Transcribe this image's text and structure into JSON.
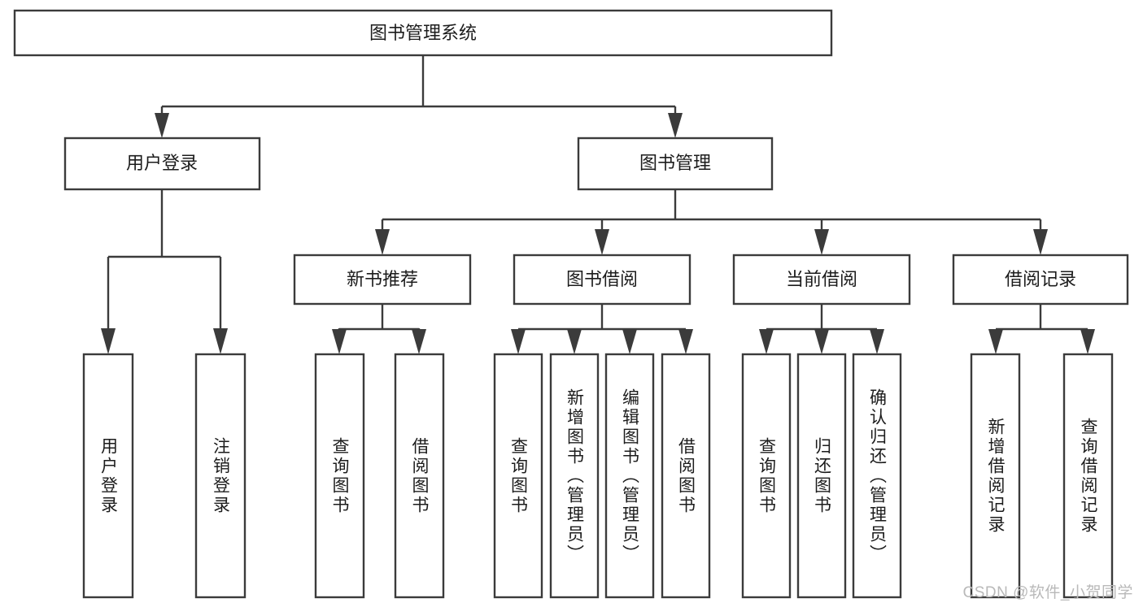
{
  "diagram": {
    "type": "tree-hierarchy",
    "orientation": "top-down",
    "root": {
      "id": "root",
      "label": "图书管理系统"
    },
    "tier1": [
      {
        "id": "user-login",
        "label": "用户登录"
      },
      {
        "id": "book-manage",
        "label": "图书管理"
      }
    ],
    "tier2": [
      {
        "id": "new-book-rec",
        "label": "新书推荐",
        "parent": "book-manage"
      },
      {
        "id": "book-borrow",
        "label": "图书借阅",
        "parent": "book-manage"
      },
      {
        "id": "current-borrow",
        "label": "当前借阅",
        "parent": "book-manage"
      },
      {
        "id": "borrow-record",
        "label": "借阅记录",
        "parent": "book-manage"
      }
    ],
    "leaves": [
      {
        "id": "leaf-user-login",
        "label": "用户登录",
        "parent": "user-login"
      },
      {
        "id": "leaf-user-logout",
        "label": "注销登录",
        "parent": "user-login"
      },
      {
        "id": "leaf-rec-query",
        "label": "查询图书",
        "parent": "new-book-rec"
      },
      {
        "id": "leaf-rec-borrow",
        "label": "借阅图书",
        "parent": "new-book-rec"
      },
      {
        "id": "leaf-borrow-query",
        "label": "查询图书",
        "parent": "book-borrow"
      },
      {
        "id": "leaf-borrow-add",
        "label": "新增图书（管理员）",
        "parent": "book-borrow"
      },
      {
        "id": "leaf-borrow-edit",
        "label": "编辑图书（管理员）",
        "parent": "book-borrow"
      },
      {
        "id": "leaf-borrow-lend",
        "label": "借阅图书",
        "parent": "book-borrow"
      },
      {
        "id": "leaf-cur-query",
        "label": "查询图书",
        "parent": "current-borrow"
      },
      {
        "id": "leaf-cur-return",
        "label": "归还图书",
        "parent": "current-borrow"
      },
      {
        "id": "leaf-cur-confirm",
        "label": "确认归还（管理员）",
        "parent": "current-borrow"
      },
      {
        "id": "leaf-rec-add",
        "label": "新增借阅记录",
        "parent": "borrow-record"
      },
      {
        "id": "leaf-rec-query2",
        "label": "查询借阅记录",
        "parent": "borrow-record"
      }
    ]
  },
  "watermark": {
    "text": "CSDN @软件_小贺同学"
  },
  "colors": {
    "box_stroke": "#3b3b3b",
    "box_fill": "#ffffff",
    "text": "#1c1c1c",
    "background": "#ffffff",
    "watermark": "#b9b9b9"
  }
}
